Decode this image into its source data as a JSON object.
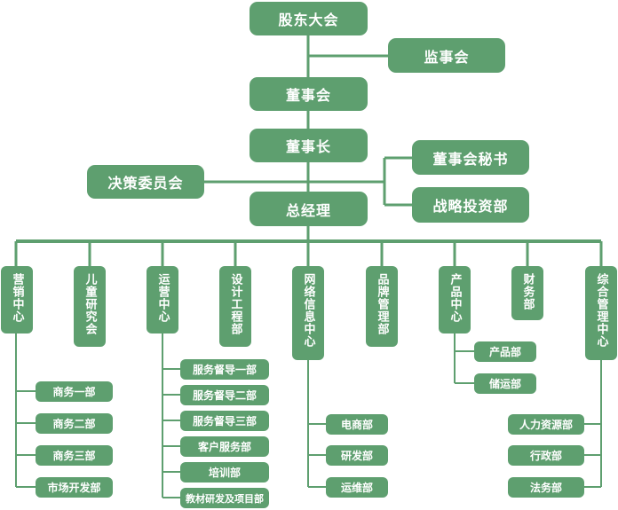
{
  "top": {
    "shareholders": "股东大会",
    "supervisors": "监事会",
    "board": "董事会",
    "chairman": "董事长",
    "secretary": "董事会秘书",
    "strategy": "战略投资部",
    "decision": "决策委员会",
    "gm": "总经理"
  },
  "depts": [
    "营销中心",
    "儿童研究会",
    "运营中心",
    "设计工程部",
    "网络信息中心",
    "品牌管理部",
    "产品中心",
    "财务部",
    "综合管理中心"
  ],
  "marketing_subs": [
    "商务一部",
    "商务二部",
    "商务三部",
    "市场开发部"
  ],
  "operations_subs": [
    "服务督导一部",
    "服务督导二部",
    "服务督导三部",
    "客户服务部",
    "培训部",
    "教材研发及项目部"
  ],
  "network_subs": [
    "电商部",
    "研发部",
    "运维部"
  ],
  "product_subs": [
    "产品部",
    "储运部"
  ],
  "admin_subs": [
    "人力资源部",
    "行政部",
    "法务部"
  ],
  "colors": {
    "node": "#5e9f6f",
    "line": "#5e9f6f"
  }
}
